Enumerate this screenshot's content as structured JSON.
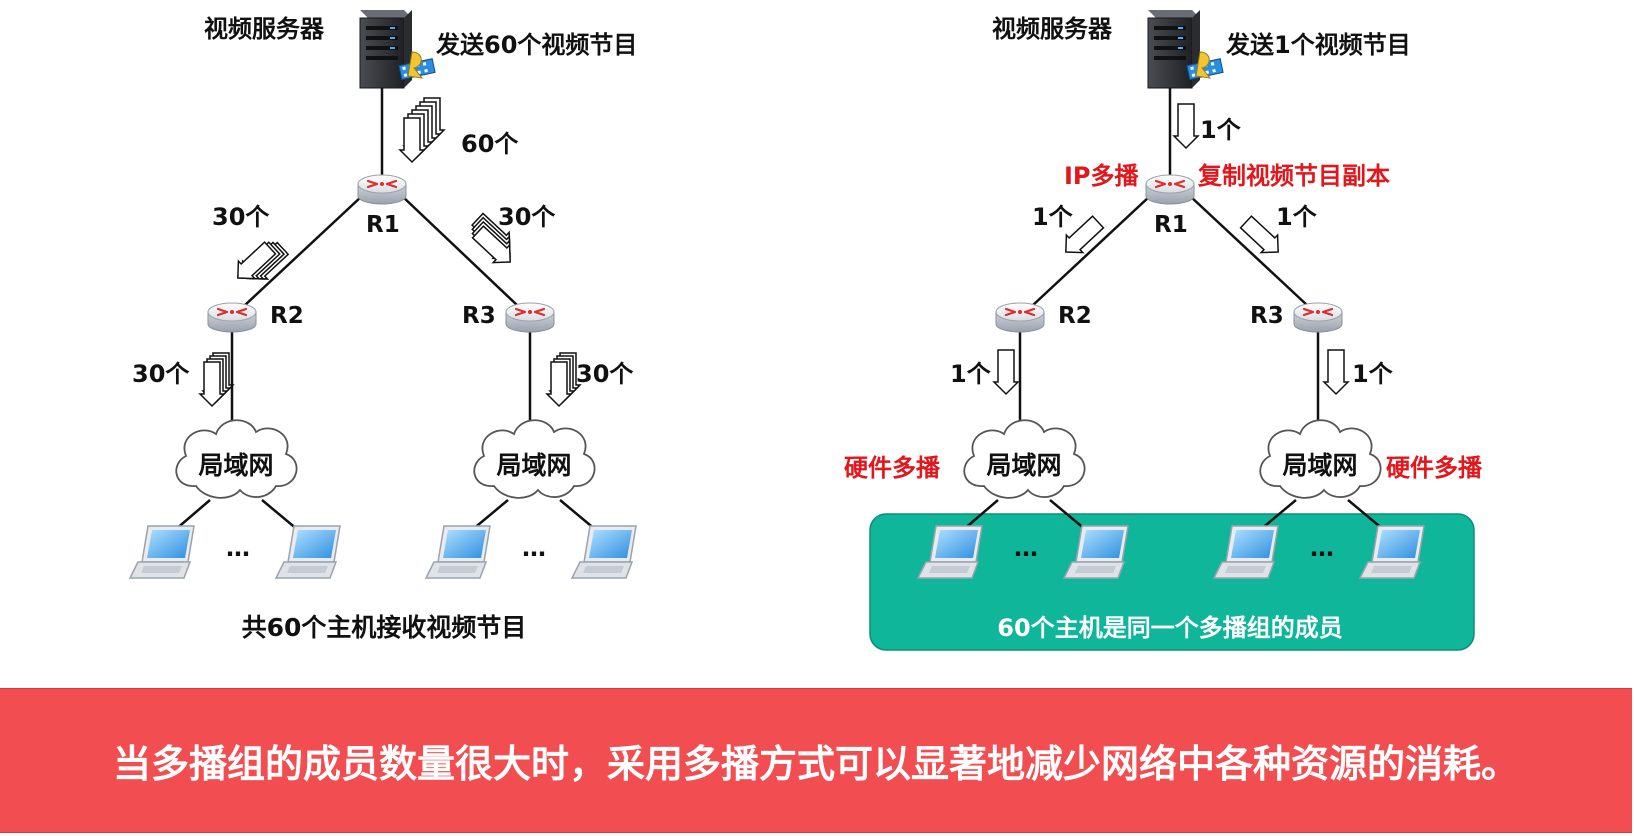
{
  "colors": {
    "red_text": "#e3161b",
    "group_fill": "#10b69a",
    "footer_bg": "#f24d50",
    "link": "#111111"
  },
  "left": {
    "server_label": "视频服务器",
    "send_label": "发送60个视频节目",
    "count_server": "60个",
    "count_r1_left": "30个",
    "count_r1_right": "30个",
    "count_r2": "30个",
    "count_r3": "30个",
    "r1": "R1",
    "r2": "R2",
    "r3": "R3",
    "lan1": "局域网",
    "lan2": "局域网",
    "dots1": "…",
    "dots2": "…",
    "caption": "共60个主机接收视频节目"
  },
  "right": {
    "server_label": "视频服务器",
    "send_label": "发送1个视频节目",
    "count_server": "1个",
    "count_r1_left": "1个",
    "count_r1_right": "1个",
    "count_r2": "1个",
    "count_r3": "1个",
    "ip_multicast": "IP多播",
    "copy_label": "复制视频节目副本",
    "hw_left": "硬件多播",
    "hw_right": "硬件多播",
    "r1": "R1",
    "r2": "R2",
    "r3": "R3",
    "lan1": "局域网",
    "lan2": "局域网",
    "dots1": "…",
    "dots2": "…",
    "group_caption": "60个主机是同一个多播组的成员"
  },
  "footer": {
    "text": "当多播组的成员数量很大时，采用多播方式可以显著地减少网络中各种资源的消耗。"
  }
}
